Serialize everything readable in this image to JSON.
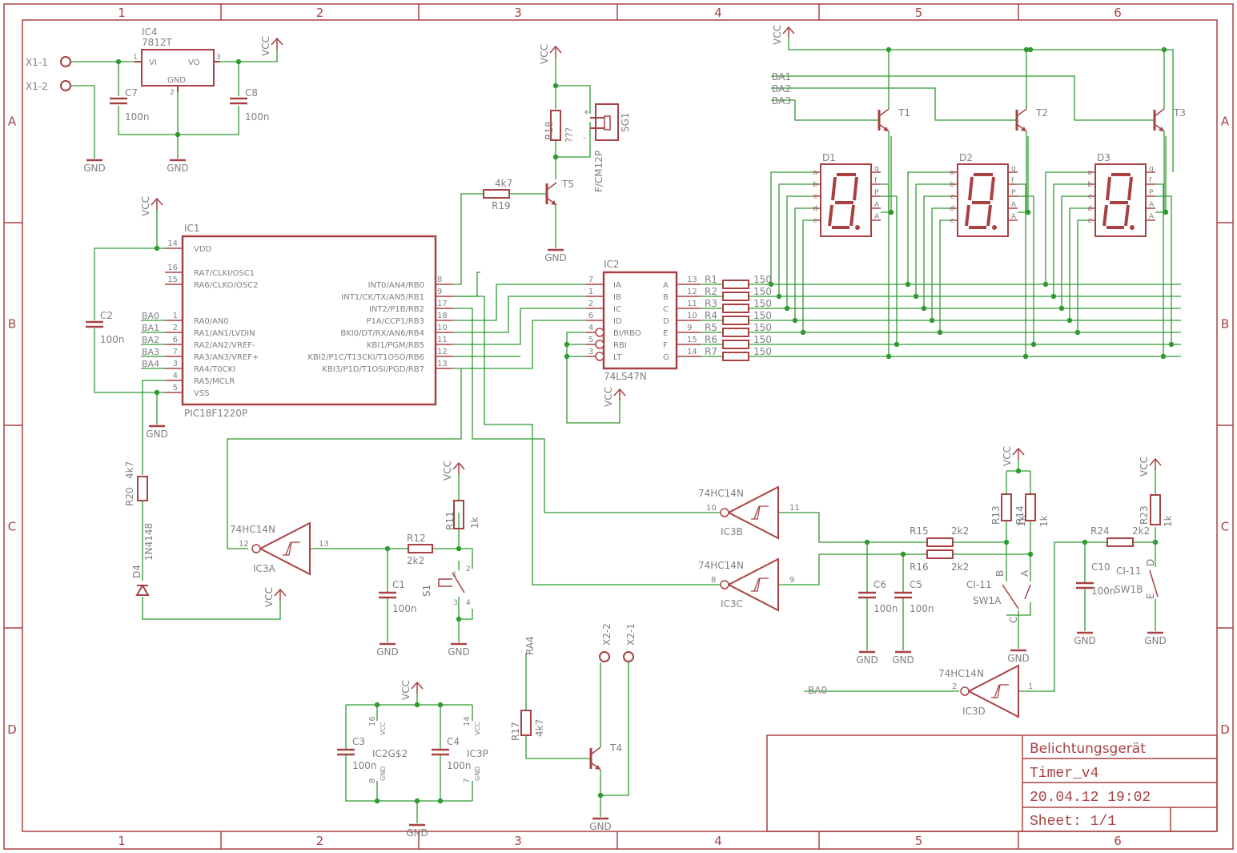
{
  "frame": {
    "columns": [
      "1",
      "2",
      "3",
      "4",
      "5",
      "6"
    ],
    "rows": [
      "A",
      "B",
      "C",
      "D"
    ]
  },
  "colors": {
    "symbol": "#a84242",
    "wire": "#2f9a2f",
    "junction": "#2f9a2f",
    "label": "#808080",
    "frame": "#a84242"
  },
  "title_block": {
    "project": "Belichtungsgerät",
    "drawing": "Timer_v4",
    "date": "20.04.12 19:02",
    "sheet": "Sheet: 1/1"
  },
  "regulator": {
    "name": "IC4",
    "type": "7812T",
    "pin_vi": "VI",
    "pin_vo": "VO",
    "pin_gnd": "GND",
    "pin1": "1",
    "pin2": "2",
    "pin3": "3"
  },
  "connectors": {
    "x1_1": "X1-1",
    "x1_2": "X1-2",
    "x2_1": "X2-1",
    "x2_2": "X2-2"
  },
  "supply": {
    "vcc": "VCC",
    "gnd": "GND"
  },
  "caps": {
    "c7": {
      "name": "C7",
      "value": "100n"
    },
    "c8": {
      "name": "C8",
      "value": "100n"
    },
    "c2": {
      "name": "C2",
      "value": "100n"
    },
    "c1": {
      "name": "C1",
      "value": "100n"
    },
    "c3": {
      "name": "C3",
      "value": "100n"
    },
    "c4": {
      "name": "C4",
      "value": "100n"
    },
    "c5": {
      "name": "C5",
      "value": "100n"
    },
    "c6": {
      "name": "C6",
      "value": "100n"
    },
    "c10": {
      "name": "C10",
      "value": "100n"
    }
  },
  "resistors": {
    "r18": {
      "name": "R18",
      "value": "???"
    },
    "r19": {
      "name": "R19",
      "value": "4k7"
    },
    "r20": {
      "name": "R20",
      "value": "4k7"
    },
    "r11": {
      "name": "R11",
      "value": "1k"
    },
    "r12": {
      "name": "R12",
      "value": "2k2"
    },
    "r13": {
      "name": "R13",
      "value": "1k"
    },
    "r14": {
      "name": "R14",
      "value": "1k"
    },
    "r15": {
      "name": "R15",
      "value": "2k2"
    },
    "r16": {
      "name": "R16",
      "value": "2k2"
    },
    "r17": {
      "name": "R17",
      "value": "4k7"
    },
    "r23": {
      "name": "R23",
      "value": "1k"
    },
    "r24": {
      "name": "R24",
      "value": "2k2"
    },
    "seg": [
      {
        "name": "R1",
        "value": "150"
      },
      {
        "name": "R2",
        "value": "150"
      },
      {
        "name": "R3",
        "value": "150"
      },
      {
        "name": "R4",
        "value": "150"
      },
      {
        "name": "R5",
        "value": "150"
      },
      {
        "name": "R6",
        "value": "150"
      },
      {
        "name": "R7",
        "value": "150"
      }
    ]
  },
  "buzzer": {
    "name": "SG1",
    "type": "F/CM12P",
    "plus": "+",
    "minus": "-"
  },
  "transistors": {
    "t1": "T1",
    "t2": "T2",
    "t3": "T3",
    "t4": "T4",
    "t5": "T5"
  },
  "mcu": {
    "name": "IC1",
    "type": "PIC18F1220P",
    "left_pins": [
      {
        "num": "14",
        "label": "VDD"
      },
      {
        "num": "16",
        "label": "RA7/CLKI/OSC1"
      },
      {
        "num": "15",
        "label": "RA6/CLKO/OSC2"
      },
      {
        "num": "1",
        "label": "RA0/AN0"
      },
      {
        "num": "2",
        "label": "RA1/AN1/LVDIN"
      },
      {
        "num": "6",
        "label": "RA2/AN2/VREF-"
      },
      {
        "num": "7",
        "label": "RA3/AN3/VREF+"
      },
      {
        "num": "3",
        "label": "RA4/T0CKI"
      },
      {
        "num": "4",
        "label": "RA5/MCLR"
      },
      {
        "num": "5",
        "label": "VSS"
      }
    ],
    "right_pins": [
      {
        "num": "8",
        "label": "INT0/AN4/RB0"
      },
      {
        "num": "9",
        "label": "INT1/CK/TX/AN5/RB1"
      },
      {
        "num": "17",
        "label": "INT2/P1B/RB2"
      },
      {
        "num": "18",
        "label": "P1A/CCP1/RB3"
      },
      {
        "num": "10",
        "label": "BKI0/DT/RX/AN6/RB4"
      },
      {
        "num": "11",
        "label": "KBI1/PGM/RB5"
      },
      {
        "num": "12",
        "label": "KBI2/P1C/T13CKI/T1OSO/RB6"
      },
      {
        "num": "13",
        "label": "KBI3/P1D/T1OSI/PGD/RB7"
      }
    ],
    "nets": [
      "BA0",
      "BA1",
      "BA2",
      "BA3",
      "BA4"
    ]
  },
  "decoder": {
    "name": "IC2",
    "type": "74LS47N",
    "left_pins": [
      {
        "num": "7",
        "label": "IA"
      },
      {
        "num": "1",
        "label": "IB"
      },
      {
        "num": "2",
        "label": "IC"
      },
      {
        "num": "6",
        "label": "ID"
      },
      {
        "num": "4",
        "label": "BI/RBO"
      },
      {
        "num": "5",
        "label": "RBI"
      },
      {
        "num": "3",
        "label": "LT"
      }
    ],
    "right_pins": [
      {
        "num": "13",
        "label": "A"
      },
      {
        "num": "12",
        "label": "B"
      },
      {
        "num": "11",
        "label": "C"
      },
      {
        "num": "10",
        "label": "D"
      },
      {
        "num": "9",
        "label": "E"
      },
      {
        "num": "15",
        "label": "F"
      },
      {
        "num": "14",
        "label": "G"
      }
    ]
  },
  "displays": {
    "names": [
      "D1",
      "D2",
      "D3"
    ],
    "left_pins": [
      "a",
      "b",
      "c",
      "d",
      "e"
    ],
    "right_pins": [
      "g",
      "f",
      "P",
      "A",
      "A"
    ]
  },
  "nets": {
    "ba1": "BA1",
    "ba2": "BA2",
    "ba3": "BA3",
    "ba0": "BA0",
    "ra4": "RA4"
  },
  "gates": {
    "type": "74HC14N",
    "a": {
      "name": "IC3A",
      "in": "12",
      "out": "13"
    },
    "b": {
      "name": "IC3B",
      "in": "10",
      "out": "11"
    },
    "c": {
      "name": "IC3C",
      "in": "8",
      "out": "9"
    },
    "d": {
      "name": "IC3D",
      "in": "2",
      "out": "1"
    }
  },
  "switches": {
    "s1": {
      "name": "S1",
      "p1": "1",
      "p2": "2",
      "p3": "3",
      "p4": "4"
    },
    "sw1a": {
      "name": "SW1A",
      "type": "CI-11",
      "b": "B",
      "a": "A",
      "c": "C"
    },
    "sw1b": {
      "name": "SW1B",
      "type": "CI-11",
      "d": "D",
      "e": "E"
    }
  },
  "diode": {
    "name": "D4",
    "type": "1N4148"
  },
  "power_pins": {
    "ic2": {
      "name": "IC2G$2",
      "vcc_pin": "16",
      "gnd_pin": "8",
      "vcc": "VCC",
      "gnd": "GND"
    },
    "ic3": {
      "name": "IC3P",
      "vcc_pin": "14",
      "gnd_pin": "7",
      "vcc": "VCC",
      "gnd": "GND"
    }
  }
}
